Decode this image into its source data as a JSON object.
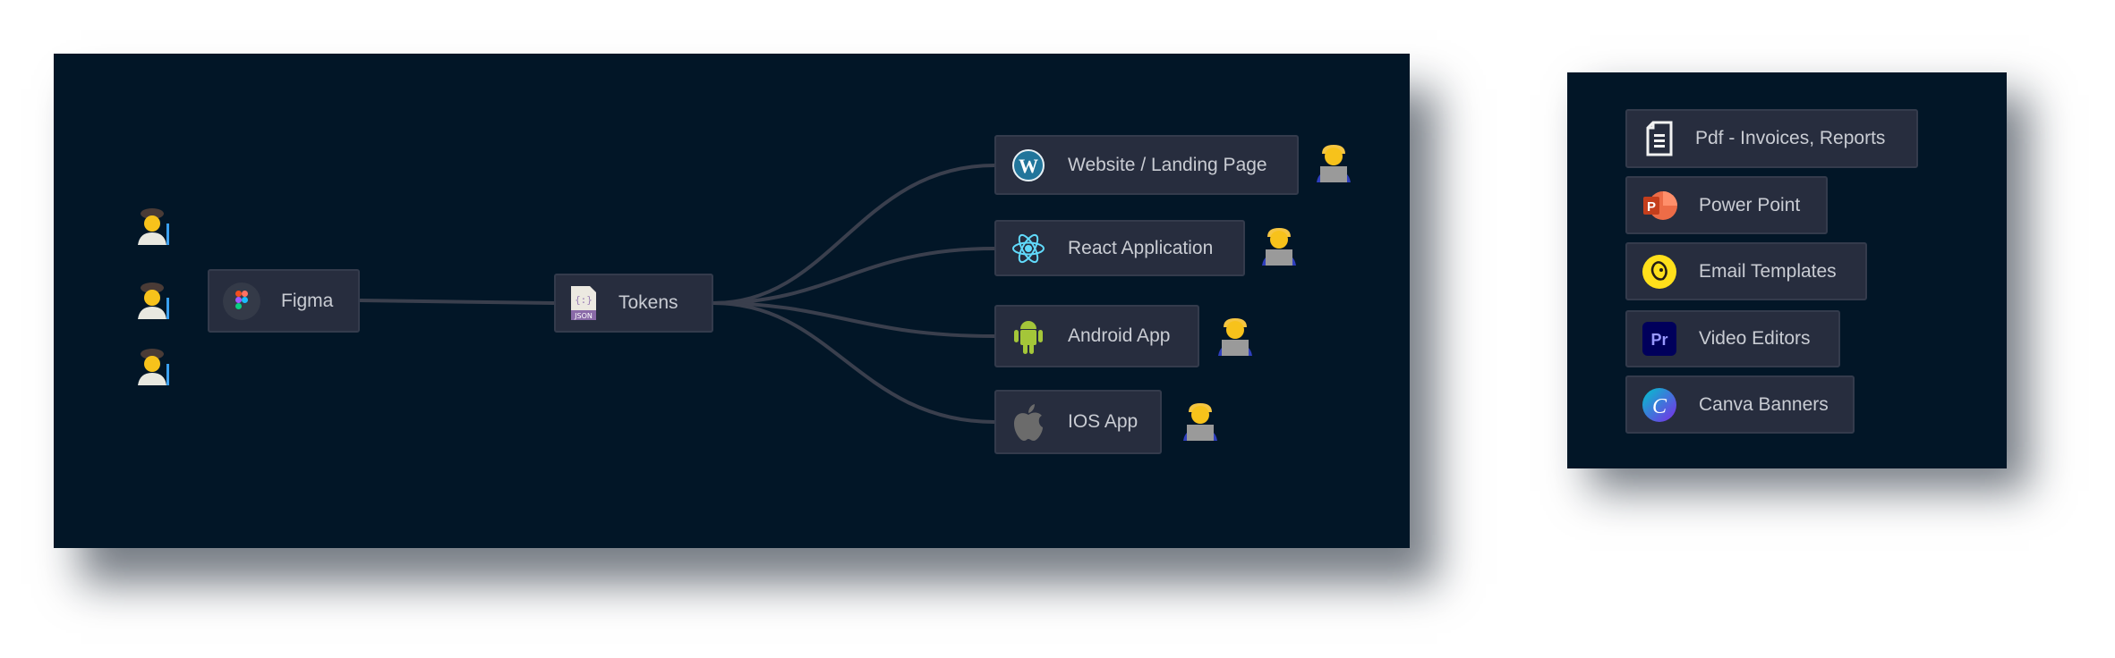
{
  "pipeline": {
    "source": {
      "label": "Figma",
      "icon": "figma-icon"
    },
    "tokens": {
      "label": "Tokens",
      "icon": "json-file-icon",
      "icon_text": "JSON"
    },
    "targets": [
      {
        "label": "Website / Landing Page",
        "icon": "wordpress-icon"
      },
      {
        "label": "React Application",
        "icon": "react-icon"
      },
      {
        "label": "Android App",
        "icon": "android-icon"
      },
      {
        "label": "IOS App",
        "icon": "apple-icon"
      }
    ],
    "designers": [
      "artist-emoji",
      "artist-emoji",
      "artist-emoji"
    ],
    "developers": [
      "technologist-emoji",
      "technologist-emoji",
      "technologist-emoji",
      "technologist-emoji"
    ]
  },
  "outputs": {
    "items": [
      {
        "label": "Pdf - Invoices, Reports",
        "icon": "document-icon"
      },
      {
        "label": "Power Point",
        "icon": "powerpoint-icon"
      },
      {
        "label": "Email Templates",
        "icon": "mailchimp-icon"
      },
      {
        "label": "Video Editors",
        "icon": "premiere-pro-icon",
        "icon_text": "Pr"
      },
      {
        "label": "Canva Banners",
        "icon": "canva-icon",
        "icon_text": "C"
      }
    ]
  },
  "colors": {
    "background": "#021627",
    "node": "#272d3e",
    "edge": "#3a3f4d",
    "text": "#c9ccd3"
  }
}
